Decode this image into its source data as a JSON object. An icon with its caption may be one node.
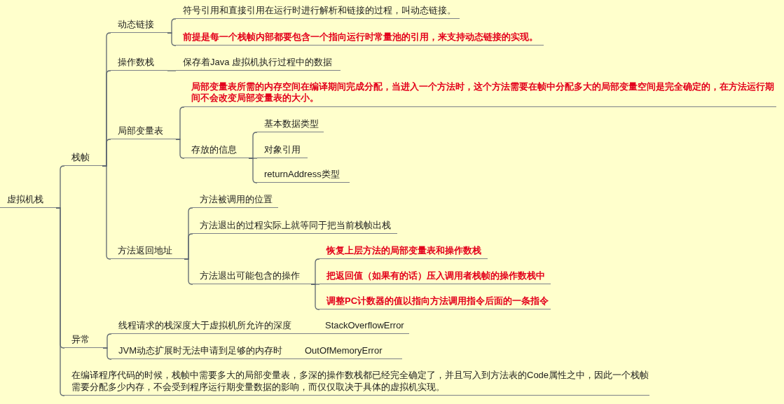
{
  "diagram": {
    "nodes": [
      {
        "text": [
          "虚拟机栈"
        ]
      },
      {
        "text": [
          "栈帧"
        ]
      },
      {
        "text": [
          "动态链接"
        ]
      },
      {
        "text": [
          "符号引用和直接引用在运行时进行解析和链接的过程，叫动态链接。"
        ]
      },
      {
        "text": [
          "前提是每一个栈帧内部都要包含一个指向运行时常量池的引用，来支持动态链接的实现。"
        ]
      },
      {
        "text": [
          "操作数栈"
        ]
      },
      {
        "text": [
          "保存着Java 虚拟机执行过程中的数据"
        ]
      },
      {
        "text": [
          "局部变量表"
        ]
      },
      {
        "text": [
          "局部变量表所需的内存空间在编译期间完成分配，当进入一个方法时，这个方法需要在帧中分配多大的局部变量空间是完全确定的，在方法运行期间不会改变局部变量表的大小。"
        ]
      },
      {
        "text": [
          "存放的信息"
        ]
      },
      {
        "text": [
          "基本数据类型"
        ]
      },
      {
        "text": [
          "对象引用"
        ]
      },
      {
        "text": [
          "returnAddress类型"
        ]
      },
      {
        "text": [
          "方法返回地址"
        ]
      },
      {
        "text": [
          "方法被调用的位置"
        ]
      },
      {
        "text": [
          "方法退出的过程实际上就等同于把当前栈帧出栈"
        ]
      },
      {
        "text": [
          "方法退出可能包含的操作"
        ]
      },
      {
        "text": [
          "恢复上层方法的局部变量表和操作数栈"
        ]
      },
      {
        "text": [
          "把返回值（如果有的话）压入调用者栈帧的操作数栈中"
        ]
      },
      {
        "text": [
          "调整PC计数器的值以指向方法调用指令后面的一条指令"
        ]
      },
      {
        "text": [
          "异常"
        ]
      },
      {
        "text": [
          "线程请求的栈深度大于虚拟机所允许的深度",
          "StackOverflowError"
        ]
      },
      {
        "text": [
          "JVM动态扩展时无法申请到足够的内存时",
          "OutOfMemoryError"
        ]
      },
      {
        "text": [
          "在编译程序代码的时候，栈帧中需要多大的局部变量表，多深的操作数栈都已经完全确定了，并且写入到方法表的Code属性之中，因此一个栈帧需要分配多少内存，不会受到程序运行期变量数据的影响，而仅仅取决于具体的虚拟机实现。"
        ]
      }
    ],
    "edges": [
      {
        "from": 0,
        "to": 1,
        "arrow": "none"
      },
      {
        "from": 0,
        "to": 20,
        "arrow": "none"
      },
      {
        "from": 0,
        "to": 23,
        "arrow": "none"
      },
      {
        "from": 1,
        "to": 2,
        "arrow": "none"
      },
      {
        "from": 1,
        "to": 5,
        "arrow": "none"
      },
      {
        "from": 1,
        "to": 7,
        "arrow": "none"
      },
      {
        "from": 1,
        "to": 13,
        "arrow": "none"
      },
      {
        "from": 2,
        "to": 3,
        "arrow": "none"
      },
      {
        "from": 2,
        "to": 4,
        "arrow": "none"
      },
      {
        "from": 5,
        "to": 6,
        "arrow": "none"
      },
      {
        "from": 7,
        "to": 8,
        "arrow": "none"
      },
      {
        "from": 7,
        "to": 9,
        "arrow": "none"
      },
      {
        "from": 9,
        "to": 10,
        "arrow": "none"
      },
      {
        "from": 9,
        "to": 11,
        "arrow": "none"
      },
      {
        "from": 9,
        "to": 12,
        "arrow": "none"
      },
      {
        "from": 13,
        "to": 14,
        "arrow": "none"
      },
      {
        "from": 13,
        "to": 15,
        "arrow": "none"
      },
      {
        "from": 13,
        "to": 16,
        "arrow": "none"
      },
      {
        "from": 16,
        "to": 17,
        "arrow": "none"
      },
      {
        "from": 16,
        "to": 18,
        "arrow": "none"
      },
      {
        "from": 16,
        "to": 19,
        "arrow": "none"
      },
      {
        "from": 20,
        "to": 21,
        "arrow": "none"
      },
      {
        "from": 20,
        "to": 22,
        "arrow": "none"
      }
    ]
  }
}
